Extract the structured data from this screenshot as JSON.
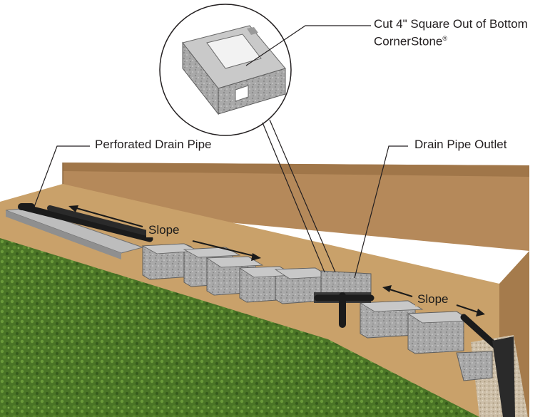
{
  "callouts": {
    "cut_square_line1": "Cut 4\" Square Out of Bottom",
    "cut_square_line2": "CornerStone",
    "registered_mark": "®",
    "perforated_pipe": "Perforated Drain Pipe",
    "pipe_outlet": "Drain Pipe Outlet"
  },
  "slope_labels": {
    "left": "Slope",
    "right": "Slope"
  },
  "colors": {
    "soil": "#b5895a",
    "soil_dark": "#8f6a42",
    "soil_trench": "#c9a16a",
    "grass": "#4f7a2a",
    "block": "#b3b3b3",
    "block_dark": "#7a7a7a",
    "pipe": "#1b1b1b",
    "leader": "#231f20"
  }
}
